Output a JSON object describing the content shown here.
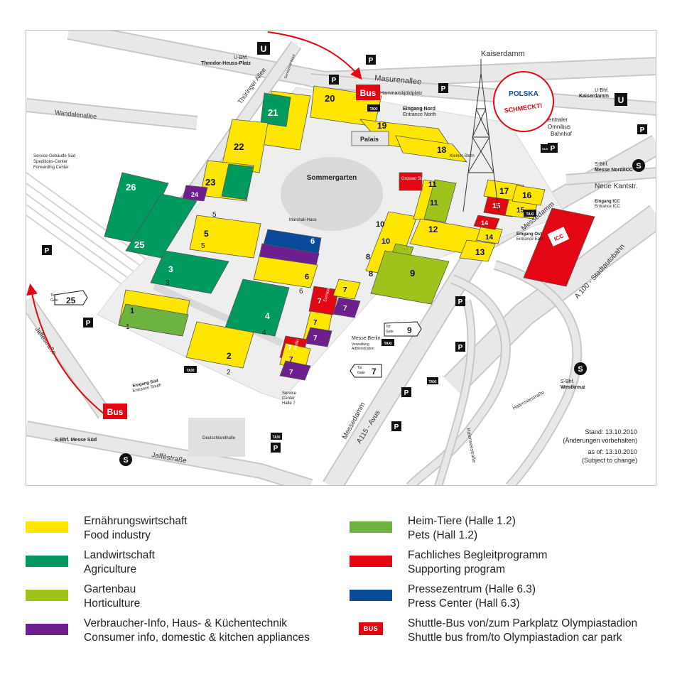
{
  "colors": {
    "food": "#ffe600",
    "agriculture": "#009a5e",
    "horticulture": "#9ec41c",
    "consumer": "#6d1f8f",
    "pets": "#6cb33f",
    "supporting": "#e30613",
    "press": "#0a4a9a",
    "road": "#e6e6e6",
    "road_edge": "#c8c8c8",
    "ground": "#f2f2f2"
  },
  "map": {
    "roads": {
      "kaiserdamm": "Kaiserdamm",
      "masurenallee": "Masurenallee",
      "wandalenallee": "Wandalenallee",
      "thueringer_allee": "Thüringer Allee",
      "jaffestrasse_left": "Jaffèstraße",
      "jaffestrasse_bottom": "Jaffèstraße",
      "messedamm_top": "Messedamm",
      "messedamm_bottom": "Messedamm",
      "neue_kantstr": "Neue Kantstr.",
      "a100": "A 100 - Stadtautobahn",
      "a115": "A115 - Avus",
      "halenseestrasse_1": "Halenseestraße",
      "halenseestrasse_2": "Halenseestraße"
    },
    "places": {
      "sommergarten": "Sommergarten",
      "palais": "Palais",
      "marshall_haus": "Marshall-Haus",
      "grosser_stern": "Grosser Stern",
      "kleiner_stern": "Kleiner Stern",
      "deutschlandhalle": "Deutschlandhalle",
      "hammarskjoeldplatz": "Hammarskjöldplatz",
      "service_nord": "Servicehof Nord",
      "service_sued_1": "Service-Gebäude Süd",
      "service_sued_2": "Speditions-Center",
      "service_sued_3": "Forwarding Center",
      "service_center_1": "Service",
      "service_center_2": "Center",
      "service_center_3": "Halle 7",
      "messe_berlin_1": "Messe Berlin",
      "messe_berlin_2": "Verwaltung",
      "messe_berlin_3": "Administration",
      "zob_1": "Zentraler",
      "zob_2": "Omnibus",
      "zob_3": "Bahnhof"
    },
    "entrances": {
      "nord_1": "Eingang Nord",
      "nord_2": "Entrance North",
      "sued_1": "Eingang Süd",
      "sued_2": "Entrance South",
      "ost_1": "Eingang Ost",
      "ost_2": "Entrance East",
      "icc_1": "Eingang ICC",
      "icc_2": "Entrance ICC"
    },
    "stations": {
      "theodor_1": "U-Bhf.",
      "theodor_2": "Theodor-Heuss-Platz",
      "kaiserdamm_1": "U-Bhf.",
      "kaiserdamm_2": "Kaiserdamm",
      "messe_nord_1": "S-Bhf.",
      "messe_nord_2": "Messe Nord/ICC",
      "westkreuz_1": "S-Bhf.",
      "westkreuz_2": "Westkreuz",
      "messe_sued": "S-Bhf. Messe Süd"
    },
    "gates": {
      "tor_label": "Tor",
      "gate_label": "Gate",
      "g25": "25",
      "g9": "9",
      "g7": "7"
    },
    "signs": {
      "bus": "Bus",
      "p": "P",
      "taxi": "TAXI",
      "u": "U",
      "s": "S",
      "icc": "ICC"
    },
    "hall_labels": {
      "h20": "20",
      "h19": "19",
      "h18": "18",
      "h21": "21",
      "h22": "22",
      "h23": "23",
      "h24": "24",
      "h26": "26",
      "h25": "25",
      "h17": "17",
      "h16": "16",
      "h15a": "15",
      "h15b": "15",
      "h14a": "14",
      "h14b": "14",
      "h13": "13",
      "h12": "12",
      "h11a": "11",
      "h11b": "11",
      "h10a": "10",
      "h10b": "10",
      "h9": "9",
      "h8a": "8",
      "h8b": "8",
      "h7a": "7",
      "h7b": "7",
      "h7c": "7",
      "h7d": "7",
      "h7e": "7",
      "h7f": "7",
      "h7g": "7",
      "h7h": "7",
      "h6a": "6",
      "h6b": "6",
      "h6c": "6",
      "h5a": "5",
      "h5b": "5",
      "h5c": "5",
      "h4a": "4",
      "h4b": "4",
      "h3a": "3",
      "h3b": "3",
      "h2a": "2",
      "h2b": "2",
      "h1a": "1",
      "h1b": "1"
    },
    "hall_sublabels": {
      "europa": "Europa",
      "berlin": "Berlin"
    },
    "polska_1": "POLSKA",
    "polska_2": "SCHMECKT!",
    "stand_1": "Stand: 13.10.2010",
    "stand_2": "(Änderungen vorbehalten)",
    "stand_3": "as of: 13.10.2010",
    "stand_4": "(Subject to change)"
  },
  "legend": [
    {
      "id": "food",
      "de": "Ernährungswirtschaft",
      "en": "Food industry"
    },
    {
      "id": "agriculture",
      "de": "Landwirtschaft",
      "en": "Agriculture"
    },
    {
      "id": "horticulture",
      "de": "Gartenbau",
      "en": "Horticulture"
    },
    {
      "id": "consumer",
      "de": "Verbraucher-Info, Haus- & Küchentechnik",
      "en": "Consumer info, domestic & kitchen appliances"
    },
    {
      "id": "pets",
      "de": "Heim-Tiere (Halle 1.2)",
      "en": "Pets (Hall 1.2)"
    },
    {
      "id": "supporting",
      "de": "Fachliches Begleitprogramm",
      "en": "Supporting program"
    },
    {
      "id": "press",
      "de": "Pressezentrum (Halle 6.3)",
      "en": "Press Center (Hall 6.3)"
    },
    {
      "id": "bus",
      "de": "Shuttle-Bus von/zum Parkplatz Olympiastadion",
      "en": "Shuttle bus from/to Olympiastadion car park",
      "icon": "BUS"
    }
  ]
}
